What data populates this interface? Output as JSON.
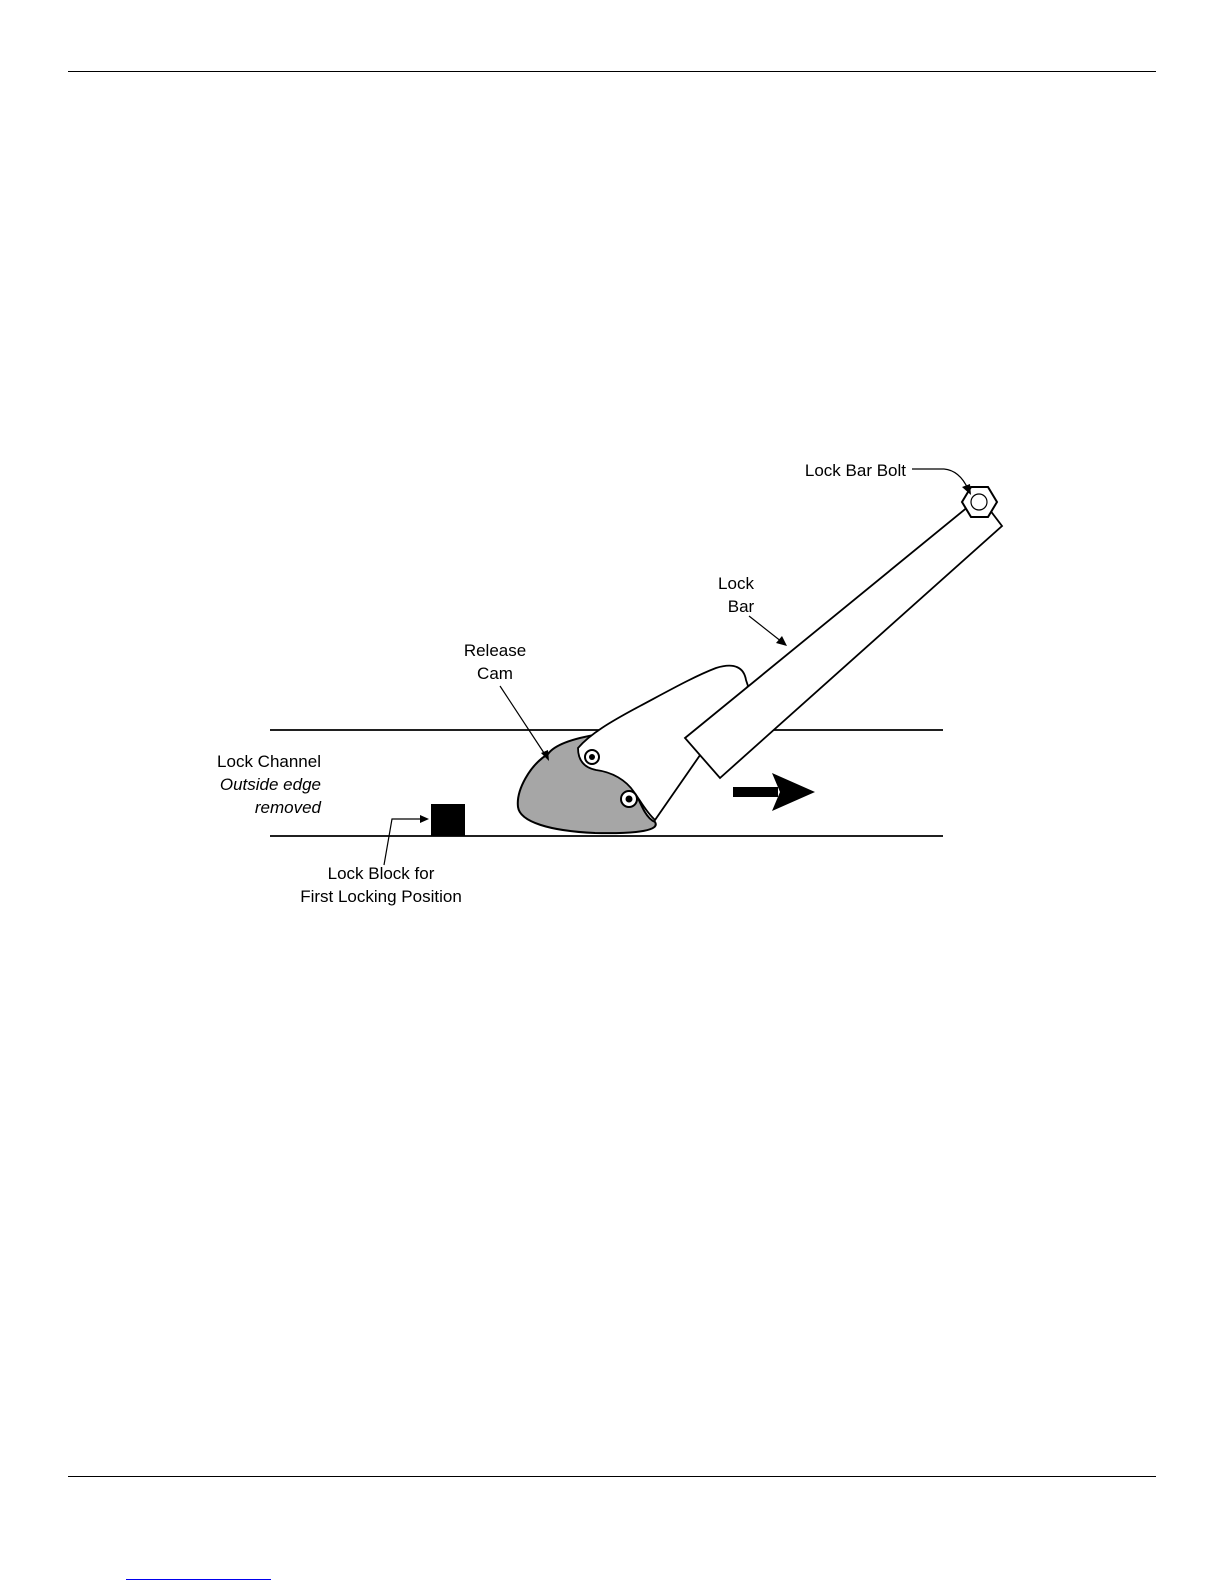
{
  "diagram": {
    "labels": {
      "lock_bar_bolt": "Lock Bar Bolt",
      "lock_bar": [
        "Lock",
        "Bar"
      ],
      "release_cam": [
        "Release",
        "Cam"
      ],
      "lock_channel": "Lock Channel",
      "outside_edge": [
        "Outside edge",
        "removed"
      ],
      "lock_block": [
        "Lock Block for",
        "First Locking Position"
      ]
    },
    "colors": {
      "cam_fill": "#a6a6a6",
      "line": "#000000",
      "background": "#ffffff"
    },
    "arrow_direction": "right"
  }
}
